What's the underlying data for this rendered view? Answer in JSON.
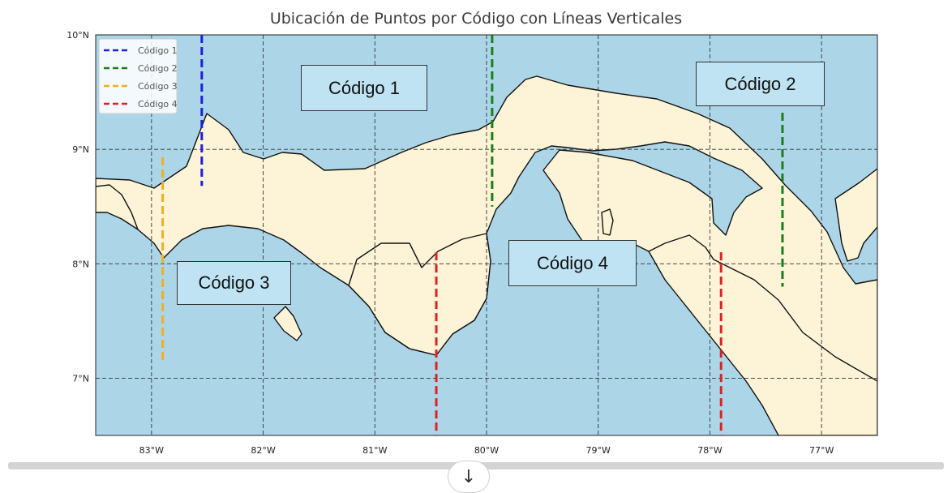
{
  "title": "Ubicación de Puntos por Código con Líneas Verticales",
  "colors": {
    "ocean": "#acd6e8",
    "land": "#fdf3d6",
    "coast": "#111111",
    "codigo_1": "#1f1fdc",
    "codigo_2": "#1a7f1a",
    "codigo_3": "#f0b020",
    "codigo_4": "#dd2222"
  },
  "axes": {
    "lon_range": [
      -83.5,
      -76.5
    ],
    "lat_range": [
      6.5,
      10.0
    ],
    "lon_ticks": [
      "83°W",
      "82°W",
      "81°W",
      "80°W",
      "79°W",
      "78°W",
      "77°W"
    ],
    "lat_ticks": [
      "10°N",
      "9°N",
      "8°N",
      "7°N"
    ],
    "grid": true
  },
  "legend": {
    "placement": "top-left",
    "items": [
      "Código 1",
      "Código 2",
      "Código 3",
      "Código 4"
    ]
  },
  "vertical_lines": [
    {
      "code": "Código 1",
      "lon": -82.55,
      "lat_from": 8.68,
      "lat_to": 10.0
    },
    {
      "code": "Código 2",
      "lon": -79.95,
      "lat_from": 8.5,
      "lat_to": 10.0
    },
    {
      "code": "Código 2",
      "lon": -77.35,
      "lat_from": 7.8,
      "lat_to": 9.32
    },
    {
      "code": "Código 3",
      "lon": -82.9,
      "lat_from": 7.15,
      "lat_to": 8.93
    },
    {
      "code": "Código 4",
      "lon": -80.45,
      "lat_from": 6.5,
      "lat_to": 8.1
    },
    {
      "code": "Código 4",
      "lon": -77.9,
      "lat_from": 6.5,
      "lat_to": 8.1
    }
  ],
  "labels": {
    "box_1": "Código 1",
    "box_2": "Código 2",
    "box_3": "Código 3",
    "box_4": "Código 4"
  },
  "scroll_icon": "arrow-down-icon",
  "scroll_glyph": "↓"
}
